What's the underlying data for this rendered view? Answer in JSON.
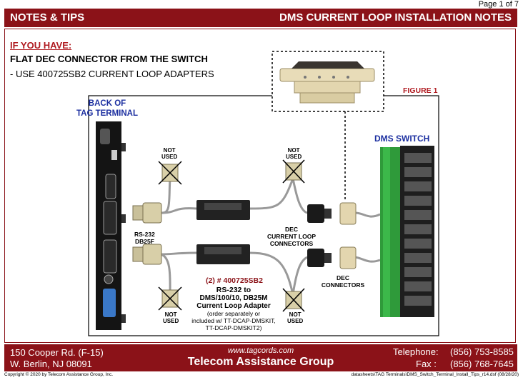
{
  "page_number": "Page 1 of 7",
  "header": {
    "left": "NOTES & TIPS",
    "right": "DMS CURRENT LOOP INSTALLATION NOTES"
  },
  "notes": {
    "if_you_have": "IF YOU HAVE:",
    "condition": "FLAT DEC CONNECTOR FROM THE SWITCH",
    "instruction": "- USE 400725SB2 CURRENT LOOP ADAPTERS"
  },
  "diagram": {
    "back_of_terminal": [
      "BACK OF",
      "TAG TERMINAL"
    ],
    "figure_label": "FIGURE 1",
    "dms_switch": "DMS SWITCH",
    "not_used": [
      "NOT",
      "USED"
    ],
    "rs232_label": [
      "RS-232",
      "DB25F"
    ],
    "dec_loop_label": [
      "DEC",
      "CURRENT LOOP",
      "CONNECTORS"
    ],
    "dec_connectors_label": [
      "DEC",
      "CONNECTORS"
    ],
    "adapter": {
      "part": "(2) # 400725SB2",
      "line1": "RS-232 to",
      "line2": "DMS/100/10, DB25M",
      "line3": "Current Loop Adapter",
      "note1": "(order separately or",
      "note2": "included w/ TT-DCAP-DMSKIT,",
      "note3": "TT-DCAP-DMSKIT2)"
    }
  },
  "footer": {
    "address1": "150 Cooper Rd. (F-15)",
    "address2": "W. Berlin, NJ  08091",
    "website": "www.tagcords.com",
    "company": "Telecom  Assistance Group",
    "tel_label": "Telephone:",
    "tel": "(856) 753-8585",
    "fax_label": "Fax :",
    "fax": "(856) 768-7645"
  },
  "copyright": "Copyright © 2020 by Telecom Assistance Group, Inc.",
  "datasheet_path": "datasheets\\TAG Terminals\\DMS_Switch_Terminal_Install_Tips_r14.dsf (08/28/20)"
}
